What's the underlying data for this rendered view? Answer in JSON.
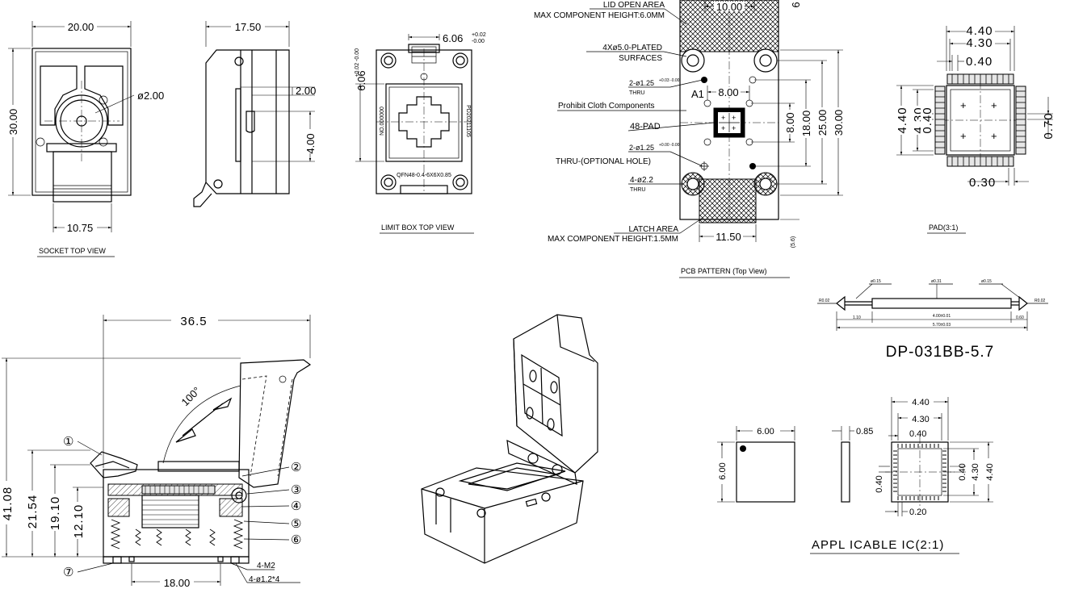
{
  "views": {
    "socket_top_view": {
      "caption": "SOCKET TOP VIEW",
      "width_dim": "20.00",
      "height_dim": "30.00",
      "hole_dim": "ø2.00",
      "bottom_dim": "10.75"
    },
    "socket_side_view": {
      "width_dim": "17.50",
      "dim_a": "2.00",
      "dim_b": "4.00"
    },
    "limit_box_top_view": {
      "caption": "LIMIT BOX   TOP VIEW",
      "top_dim": "6.06",
      "top_tol_plus": "+0.02",
      "top_tol_minus": "-0.00",
      "left_dim": "6.06",
      "left_tol": "+0.02 -0.00",
      "marking_bottom": "QFN48-0.4-6X6X0.85",
      "marking_right": "PD20211105",
      "marking_left": "NO.000000"
    },
    "pcb_pattern": {
      "caption": "PCB PATTERN (Top View)",
      "lid_open_area": "LID OPEN AREA",
      "lid_max_height": "MAX COMPONENT HEIGHT:6.0MM",
      "top_dim": "10.00",
      "plated": "4Xø5.0-PLATED",
      "plated2": "SURFACES",
      "hole_a": "2-ø1.25",
      "hole_a_tol": "+0.03 -0.00",
      "thru": "THRU",
      "prohibit": "Prohibit Cloth Components",
      "a1": "A1",
      "dim_800_h": "8.00",
      "pad_label": "48-PAD",
      "hole_b": "2-ø1.25",
      "hole_b_tol": "+0.00 -0.00",
      "optional_hole": "THRU-(OPTIONAL HOLE)",
      "hole_c": "4-ø2.2",
      "thru2": "THRU",
      "latch_area": "LATCH AREA",
      "latch_max_height": "MAX COMPONENT HEIGHT:1.5MM",
      "bottom_dim": "11.50",
      "dim_800_v": "8.00",
      "dim_1800": "18.00",
      "dim_2500": "25.00",
      "dim_3000": "30.00",
      "dim_56": "(5.6)",
      "dim_6top": "6"
    },
    "pad_detail": {
      "caption": "PAD(3:1)",
      "dim_440": "4.40",
      "dim_430": "4.30",
      "dim_040": "0.40",
      "dim_440_v": "4.40",
      "dim_430_v": "4.30",
      "dim_040_v": "0.40",
      "dim_070": "0.70",
      "dim_030": "0.30"
    },
    "pogo_pin": {
      "title": "DP-031BB-5.7",
      "d_left": "ø0.15",
      "d_mid": "ø0.31",
      "d_right": "ø0.15",
      "tip_left": "R0.02",
      "tip_right": "R0.02",
      "len_a": "1.10",
      "len_body": "4.00±0.01",
      "len_total": "5.70±0.03",
      "len_b": "0.60"
    },
    "side_section": {
      "dim_top": "36.5",
      "angle": "100°",
      "h_4108": "41.08",
      "h_2154": "21.54",
      "h_1910": "19.10",
      "h_1210": "12.10",
      "bottom_dim": "18.00",
      "m2": "4-M2",
      "pins": "4-ø1.2*4",
      "balloons": [
        "①",
        "②",
        "③",
        "④",
        "⑤",
        "⑥",
        "⑦"
      ]
    },
    "applicable_ic": {
      "caption": "APPL ICABLE IC(2:1)",
      "body_w": "6.00",
      "body_h": "6.00",
      "thickness": "0.85",
      "dim_440": "4.40",
      "dim_430": "4.30",
      "dim_040": "0.40",
      "dim_040_v": "0.40",
      "dim_430_v": "4.30",
      "dim_440_v": "4.40",
      "dim_020": "0.20"
    }
  }
}
